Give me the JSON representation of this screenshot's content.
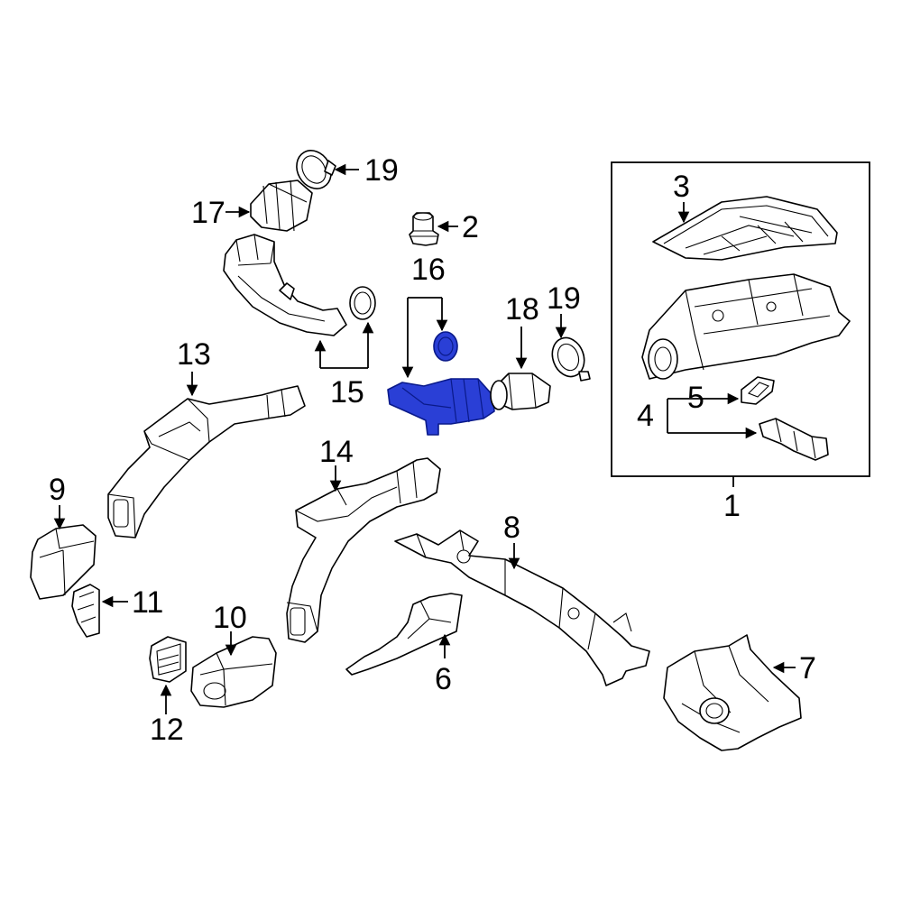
{
  "callouts": {
    "c1": "1",
    "c2": "2",
    "c3": "3",
    "c4": "4",
    "c5": "5",
    "c6": "6",
    "c7": "7",
    "c8": "8",
    "c9": "9",
    "c10": "10",
    "c11": "11",
    "c12": "12",
    "c13": "13",
    "c14": "14",
    "c15": "15",
    "c16": "16",
    "c17": "17",
    "c18": "18",
    "c19a": "19",
    "c19b": "19"
  },
  "colors": {
    "highlight": "#2a3fd6",
    "line": "#000000",
    "background": "#ffffff"
  }
}
